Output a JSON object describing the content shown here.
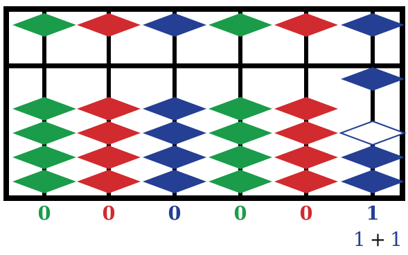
{
  "abacus": {
    "rods": [
      {
        "digit": "0",
        "color": "#1a9c4a",
        "active_lower": 0,
        "upper_active": false
      },
      {
        "digit": "0",
        "color": "#d12a2f",
        "active_lower": 0,
        "upper_active": false
      },
      {
        "digit": "0",
        "color": "#243f93",
        "active_lower": 0,
        "upper_active": false
      },
      {
        "digit": "0",
        "color": "#1a9c4a",
        "active_lower": 0,
        "upper_active": false
      },
      {
        "digit": "0",
        "color": "#d12a2f",
        "active_lower": 0,
        "upper_active": false
      },
      {
        "digit": "1",
        "color": "#243f93",
        "active_lower": 1,
        "upper_active": false,
        "outlined_lower_bead": 1
      }
    ]
  },
  "equation": {
    "left": "1",
    "operator": "+",
    "right": "1",
    "color": "#243f93"
  }
}
